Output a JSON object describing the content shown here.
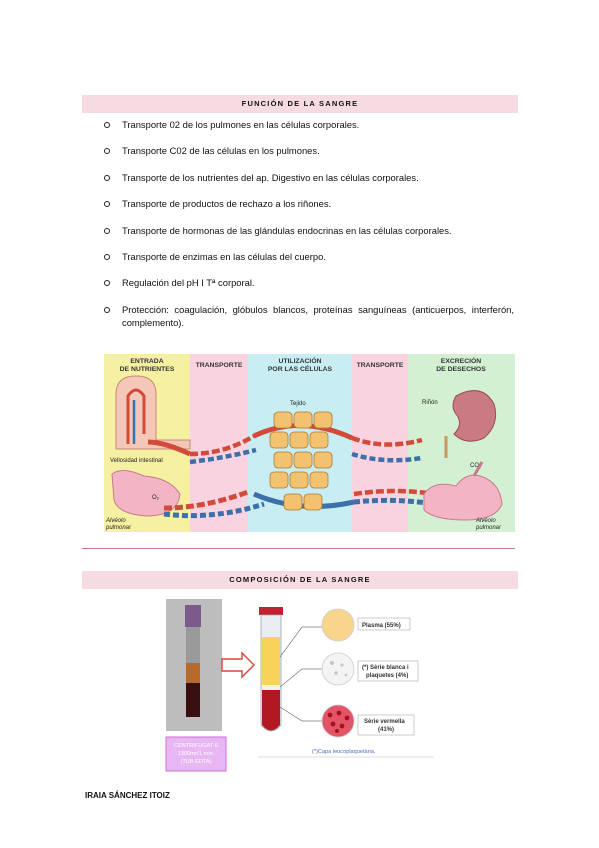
{
  "section1": {
    "title": "FUNCIÓN DE LA SANGRE"
  },
  "functions": [
    "Transporte 02 de los pulmones en las células corporales.",
    "Transporte C02 de las células en los pulmones.",
    "Transporte de los nutrientes del ap. Digestivo en las células corporales.",
    "Transporte de productos de rechazo a los riñones.",
    "Transporte de hormonas de las glándulas endocrinas en las células corporales.",
    "Transporte de enzimas en las células del cuerpo.",
    "Regulación del pH I Tª corporal.",
    "Protección: coagulación, glóbulos blancos, proteínas sanguíneas (anticuerpos, interferón, complemento)."
  ],
  "figure1": {
    "col1": [
      "ENTRADA",
      "DE NUTRIENTES"
    ],
    "col2": "TRANSPORTE",
    "col3": [
      "UTILIZACIÓN",
      "POR LAS CÉLULAS"
    ],
    "col4": "TRANSPORTE",
    "col5": [
      "EXCRECIÓN",
      "DE DESECHOS"
    ],
    "tejido": "Tejido",
    "rinon": "Riñón",
    "vellosidad": "Vellosidad intestinal",
    "o2": "O₂",
    "co2": "CO₂",
    "alveolo": [
      "Alvéolo",
      "pulmonar"
    ]
  },
  "section2": {
    "title": "COMPOSICIÓN DE LA SANGRE"
  },
  "figure2": {
    "centrifugat": [
      "CENTRIFUGAT 6",
      "1300mn'1 min.",
      "(TUB EDTA)"
    ],
    "plasma": "Plasma (55%)",
    "serie_blanca": [
      "(*) Sèrie blanca i",
      "plaquetes (4%)"
    ],
    "serie_vermella": [
      "Sèrie vermella",
      "(41%)"
    ],
    "nota": "(*)Capa leucoplaquetària."
  },
  "footer": {
    "author": "IRAIA SÁNCHEZ ITOIZ"
  },
  "colors": {
    "header_bg": "#f7dbe2",
    "col_yellow": "#f6f0a2",
    "col_pink": "#f9d4e0",
    "col_cyan": "#c8eef4",
    "col_green": "#d3f0d3",
    "artery_red": "#d24a3a",
    "vein_blue": "#3d6fa8",
    "accent_magenta": "#d06ad8"
  }
}
